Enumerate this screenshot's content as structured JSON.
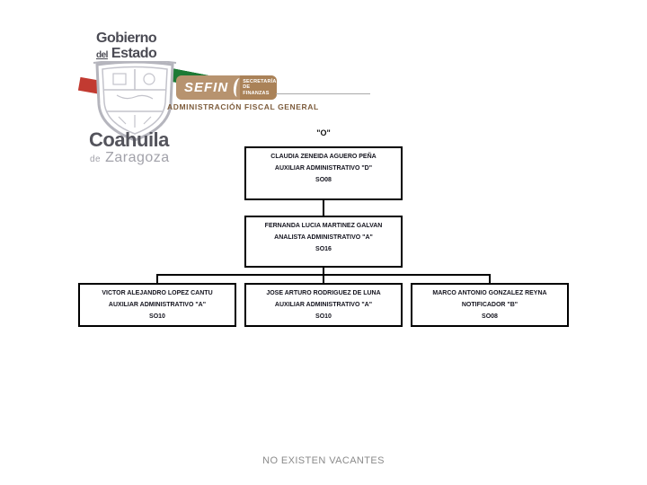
{
  "header": {
    "gobierno_line1": "Gobierno",
    "gobierno_line2_small": "del",
    "gobierno_line2": "Estado",
    "sefin_label": "SEFIN",
    "secretaria_line1": "SECRETARÍA",
    "secretaria_line2": "DE FINANZAS",
    "subtitle": "ADMINISTRACIÓN FISCAL GENERAL",
    "state_name": "Coahuila",
    "state_suffix_small": "de",
    "state_suffix": "Zaragoza",
    "colors": {
      "tan": "#b7936f",
      "tan_dark": "#aa8258",
      "brown_text": "#7d5c3c",
      "dark_gray_text": "#54545c",
      "light_gray_text": "#a2a2aa",
      "ribbon_red": "#c23a31",
      "ribbon_green": "#1d7a35",
      "shield_gray": "#b5b5bd"
    }
  },
  "orgchart": {
    "top_connector_label": "\"O\"",
    "line_color": "#000000",
    "nodes": [
      {
        "name": "CLAUDIA ZENEIDA AGUERO PEÑA",
        "title": "AUXILIAR ADMINISTRATIVO \"D\"",
        "code": "SO08"
      },
      {
        "name": "FERNANDA LUCIA MARTINEZ GALVAN",
        "title": "ANALISTA  ADMINISTRATIVO \"A\"",
        "code": "SO16"
      },
      {
        "name": "VICTOR ALEJANDRO LOPEZ CANTU",
        "title": "AUXILIAR ADMINISTRATIVO \"A\"",
        "code": "SO10"
      },
      {
        "name": "JOSE ARTURO RODRIGUEZ DE LUNA",
        "title": "AUXILIAR ADMINISTRATIVO \"A\"",
        "code": "SO10"
      },
      {
        "name": "MARCO ANTONIO GONZALEZ REYNA",
        "title": "NOTIFICADOR \"B\"",
        "code": "SO08"
      }
    ]
  },
  "footer": {
    "note": "NO EXISTEN VACANTES"
  }
}
